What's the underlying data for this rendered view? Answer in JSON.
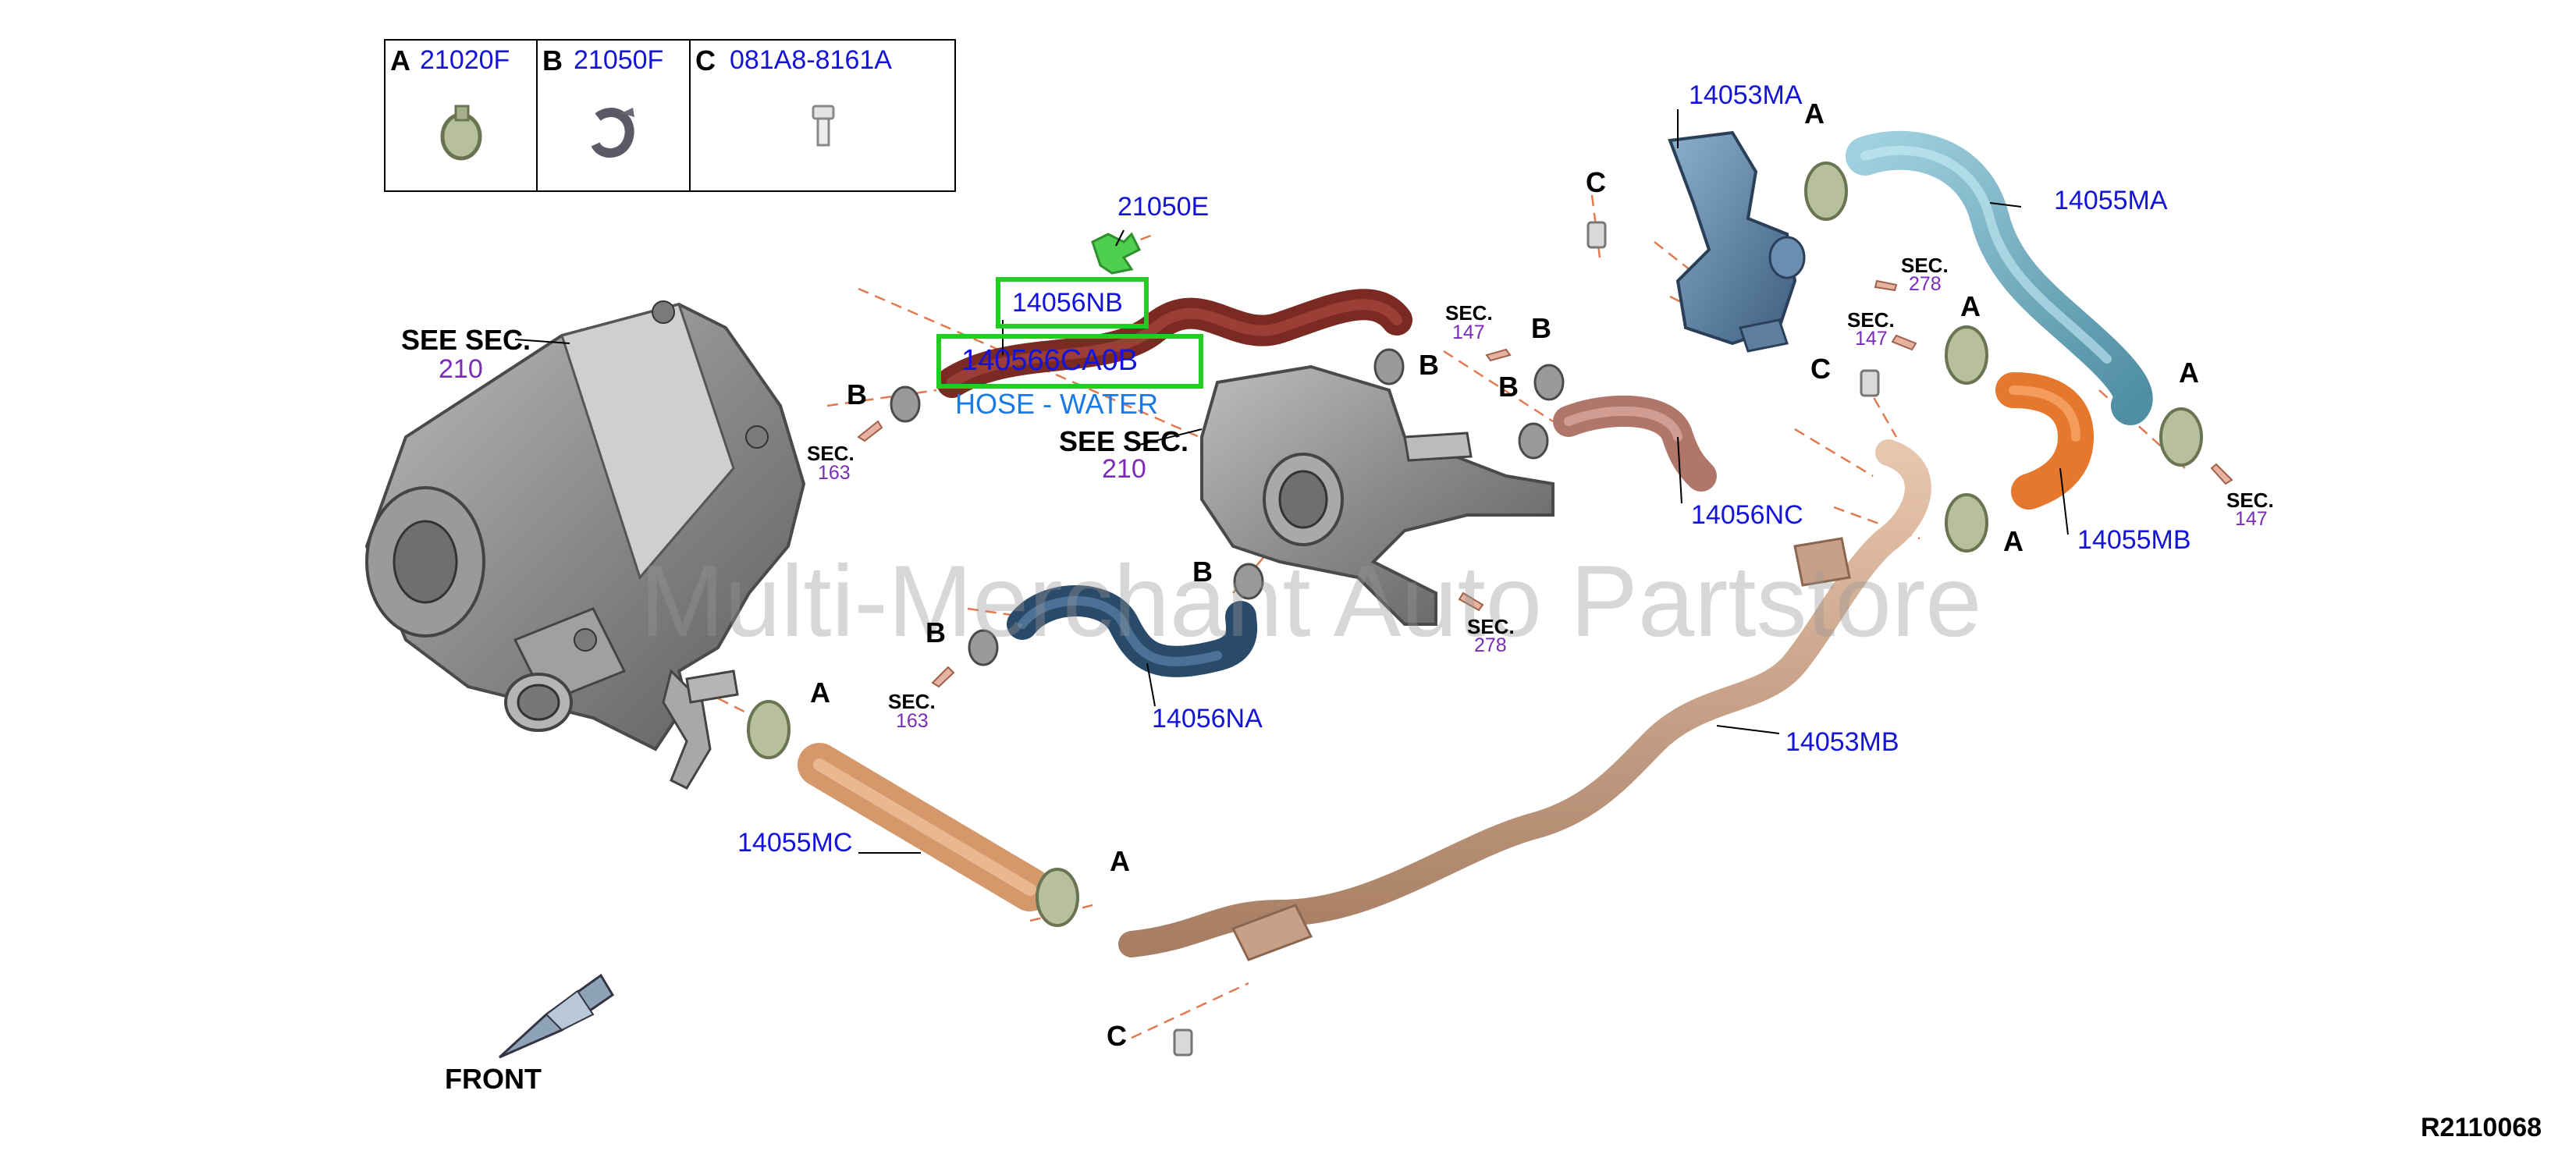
{
  "legend": [
    {
      "key": "A",
      "part": "21020F",
      "icon": "hose-clamp-icon"
    },
    {
      "key": "B",
      "part": "21050F",
      "icon": "spring-clip-icon"
    },
    {
      "key": "C",
      "part": "081A8-8161A",
      "icon": "bolt-icon"
    }
  ],
  "parts": {
    "p21050E": "21050E",
    "p14056NB": "14056NB",
    "p140566CA0B": "140566CA0B",
    "hose_desc": "HOSE - WATER",
    "p14053MA": "14053MA",
    "p14055MA": "14055MA",
    "p14056NC": "14056NC",
    "p14055MB": "14055MB",
    "p14056NA": "14056NA",
    "p14053MB": "14053MB",
    "p14055MC": "14055MC"
  },
  "see_sec": [
    {
      "label": "SEE SEC.",
      "num": "210"
    },
    {
      "label": "SEE SEC.",
      "num": "210"
    }
  ],
  "sec_refs": [
    {
      "label": "SEC.",
      "num": "163"
    },
    {
      "label": "SEC.",
      "num": "147"
    },
    {
      "label": "SEC.",
      "num": "278"
    },
    {
      "label": "SEC.",
      "num": "147"
    },
    {
      "label": "SEC.",
      "num": "147"
    },
    {
      "label": "SEC.",
      "num": "278"
    },
    {
      "label": "SEC.",
      "num": "163"
    }
  ],
  "letters": {
    "a": "A",
    "b": "B",
    "c": "C"
  },
  "front_label": "FRONT",
  "diagram_ref": "R2110068",
  "watermark": "Multi-Merchant Auto Partstore",
  "colors": {
    "part_label": "#1414d8",
    "sec_number": "#7a2cb8",
    "highlight": "#22cc22",
    "selected_desc": "#1a7ae6"
  }
}
